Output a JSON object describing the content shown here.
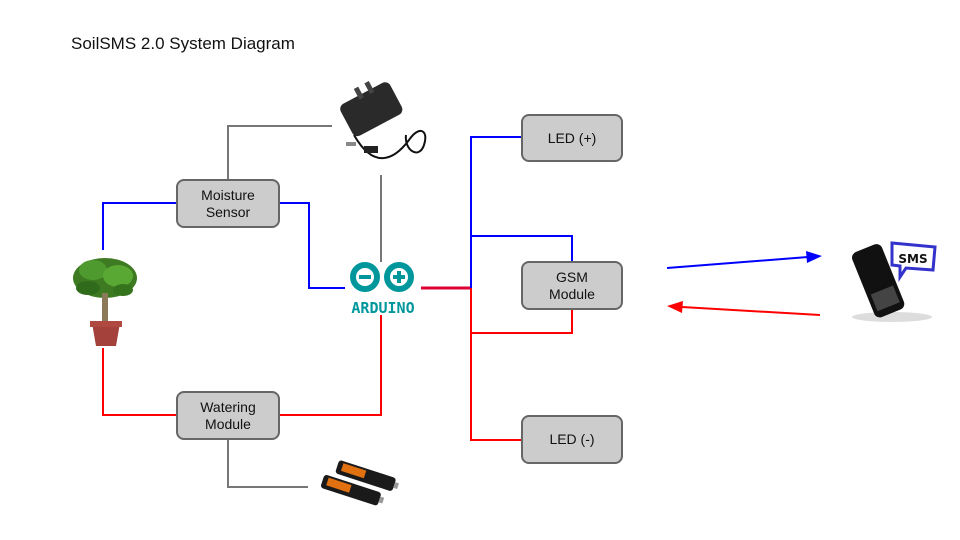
{
  "title": "SoilSMS 2.0 System Diagram",
  "nodes": {
    "moisture_sensor": "Moisture\nSensor",
    "watering_module": "Watering\nModule",
    "led_plus": "LED (+)",
    "gsm_module": "GSM\nModule",
    "led_minus": "LED (-)",
    "arduino_label": "ARDUINO",
    "sms_label": "SMS"
  },
  "images": {
    "plant": "potted-plant",
    "power_adapter": "power-adapter",
    "batteries": "aa-batteries",
    "phone": "sms-phone"
  },
  "colors": {
    "signal_wire": "#0000ff",
    "power_wire": "#ff0000",
    "ground_wire": "#777777",
    "arduino": "#00979c",
    "box_fill": "#cccccc",
    "box_border": "#666666"
  }
}
